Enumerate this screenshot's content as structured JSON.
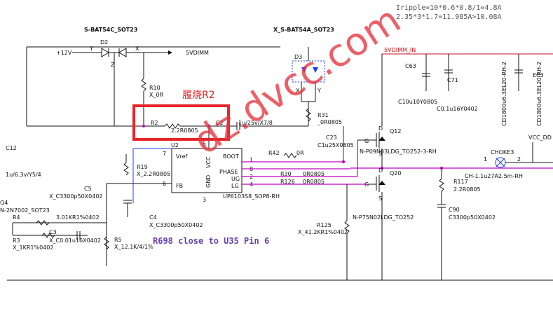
{
  "header": {
    "ripple_line1": "Iripple=10*0.6*0.8/1=4.8A",
    "ripple_line2": "2.35*3*1.7=11.985A>10.08A",
    "left_part_title": "S-BAT54C_SOT23",
    "right_part_title": "X_S-BAT54A_SOT23"
  },
  "nets": {
    "v12": "+12V",
    "v5dimm": "5VDIMM",
    "v5dimm_in": "5VDIMM_IN",
    "vcc_ddr": "VCC_DD"
  },
  "annotations": {
    "burnt_note": "履烧R2",
    "close_note": "R698 close to U35 Pin 6",
    "watermark": "dz.dvcc.com"
  },
  "components": {
    "d2": "D2",
    "d3": "D3",
    "r10": {
      "ref": "R10",
      "val": "X_0R"
    },
    "r2": {
      "ref": "R2",
      "val": "2.2R0805"
    },
    "c2": {
      "ref": "C2",
      "val": "1u/25v/X7/8"
    },
    "r31": {
      "ref": "R31",
      "val": "_0R0805"
    },
    "c23": {
      "ref": "C23",
      "val": "C1u25X0805"
    },
    "r42": {
      "ref": "R42",
      "val": "0R"
    },
    "r30": {
      "ref": "R30",
      "val": "0R0805"
    },
    "r126": {
      "ref": "R126",
      "val": "0R0805"
    },
    "u2": {
      "ref": "U2",
      "val": "UP6103S8_SOP8-RH",
      "pin_vref": "Vref",
      "pin_boot": "BOOT",
      "pin_vcc": "VCC",
      "pin_phase": "PHASE",
      "pin_ug": "UG",
      "pin_lg": "LG",
      "pin_fb": "FB",
      "pin_gnd": "GND"
    },
    "r19": {
      "ref": "R19",
      "val": "X_2.2R0805"
    },
    "c5": {
      "ref": "C5",
      "val": "X_C3300p50X0402"
    },
    "c4": {
      "ref": "C4",
      "val": "X_C3300p50X0402"
    },
    "c12": {
      "ref": "C12",
      "val": "1u/6.3v/Y5/4"
    },
    "q4": {
      "ref": "Q4",
      "val": "N-2N7002_SOT23"
    },
    "r4": {
      "ref": "R4",
      "val": "3.01KR1%0402"
    },
    "r3": {
      "ref": "R3",
      "val": "X_1KR1%0402"
    },
    "c3": {
      "ref": "C3",
      "val": "X_C0.01u16X0402"
    },
    "r5": {
      "ref": "R5",
      "val": "X_12.1K/4/1%"
    },
    "c63": {
      "ref": "C63",
      "val": "C10u10Y0805"
    },
    "c71": {
      "ref": "C71",
      "val": "C0.1u16Y0402"
    },
    "q12": {
      "ref": "Q12",
      "val": "N-P09N03LDG_TO252-3-RH"
    },
    "q20": {
      "ref": "Q20",
      "val": "N-P75N02LDG_TO252"
    },
    "r117": {
      "ref": "R117",
      "val": "2.2R0805"
    },
    "c90": {
      "ref": "C90",
      "val": "C3300p50X0402"
    },
    "r125": {
      "ref": "R125",
      "val": "X_41.2KR1%0402"
    },
    "choke3": {
      "ref": "CHOKE3",
      "val": "CH-1.1u27A2.5m-RH"
    },
    "ec3": {
      "ref": "EC3",
      "val": "CD1800u6.3EL20-RH-2"
    },
    "ec_b": {
      "val": "CD1800u6.3EL20-RH-2"
    }
  },
  "pins": {
    "x": "X",
    "y": "Y",
    "z": "Z",
    "p1": "1",
    "p2": "2",
    "p3": "3",
    "p4": "4",
    "p5": "5",
    "p6": "6",
    "p7": "7",
    "p8": "8",
    "g": "G",
    "s": "S",
    "d": "D"
  },
  "colors": {
    "wire": "#111111",
    "net_label": "#d41010",
    "highlight_box": "#e6252a",
    "note_text": "#e02020",
    "watermark": "#e8323c",
    "magenta_net": "#c000c0",
    "blue_net": "#1a3cff"
  }
}
